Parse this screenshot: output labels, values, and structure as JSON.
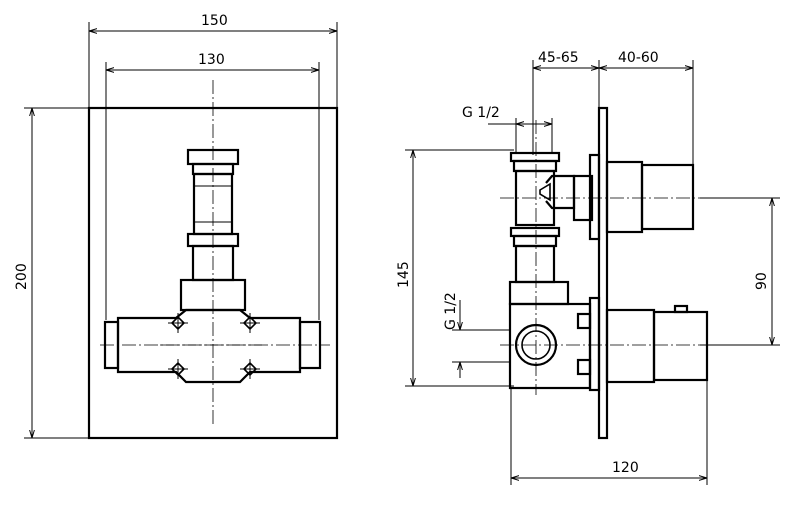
{
  "drawing": {
    "front_view": {
      "dim_width_outer": "150",
      "dim_width_inner": "130",
      "dim_height": "200"
    },
    "side_view": {
      "dim_depth_body": "45-65",
      "dim_depth_handle": "40-60",
      "dim_thread_top": "G 1/2",
      "dim_thread_bottom": "G 1/2",
      "dim_height": "145",
      "dim_spacing": "90",
      "dim_total_depth": "120"
    }
  }
}
